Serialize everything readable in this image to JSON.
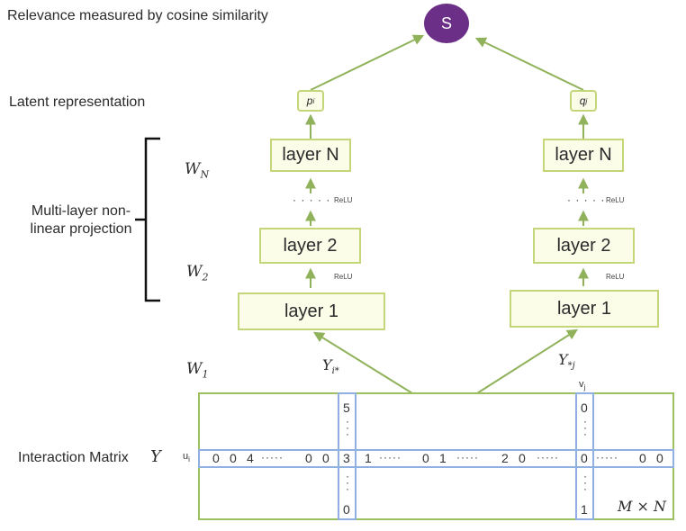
{
  "labels": {
    "relevance": "Relevance measured by cosine similarity",
    "latent": "Latent representation",
    "projection": "Multi-layer non-linear projection",
    "interaction": "Interaction Matrix"
  },
  "output_node": "S",
  "weights": {
    "wn": "N",
    "w2": "2",
    "w1": "1",
    "w_symbol": "W"
  },
  "left_tower": {
    "latent": "p",
    "latent_sub": "i",
    "layers": [
      "layer N",
      "layer 2",
      "layer 1"
    ],
    "activations": [
      "ReLU",
      "ReLU"
    ],
    "dots": "· · · · ·",
    "input_label": "Y",
    "input_sub": "i*"
  },
  "right_tower": {
    "latent": "q",
    "latent_sub": "j",
    "layers": [
      "layer N",
      "layer 2",
      "layer 1"
    ],
    "activations": [
      "ReLU",
      "ReLU"
    ],
    "dots": "· · · · ·",
    "input_label": "Y",
    "input_sub": "*j"
  },
  "matrix": {
    "symbol": "Y",
    "row_label": "u",
    "row_sub": "i",
    "col_label": "v",
    "col_sub": "j",
    "size_label": "M × N",
    "row_values": [
      "0",
      "0",
      "4",
      "·····",
      "0",
      "0",
      "3",
      "1",
      "·····",
      "0",
      "1",
      "·····",
      "2",
      "0",
      "·····",
      "0",
      "·····",
      "0",
      "0"
    ],
    "col_left": {
      "top": "5",
      "bottom": "0"
    },
    "col_right": {
      "top": "0",
      "bottom": "1"
    }
  },
  "colors": {
    "node": "#6b2f87",
    "arrow": "#8fb25a",
    "box_border": "#c4d67a",
    "matrix_border": "#9cc060",
    "highlight": "#8fb0e0"
  }
}
